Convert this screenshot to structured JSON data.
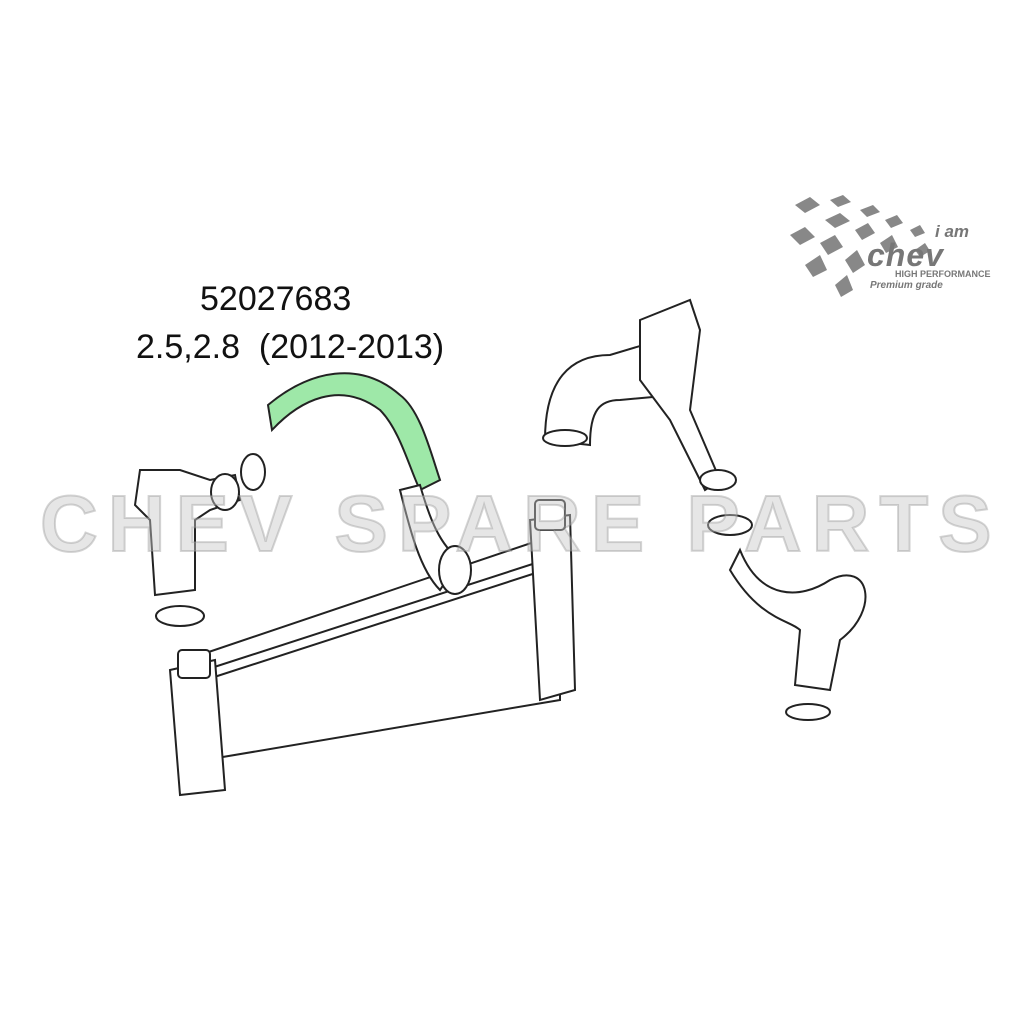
{
  "part_number": "52027683",
  "fitment": "2.5,2.8  (2012-2013)",
  "watermark": "CHEV SPARE PARTS",
  "logo": {
    "line1": "i am",
    "line2": "chev",
    "line3": "HIGH PERFORMANCE",
    "line4": "Premium grade"
  },
  "colors": {
    "highlight": "#9ee8a8",
    "line": "#222222",
    "logo": "#777777"
  }
}
